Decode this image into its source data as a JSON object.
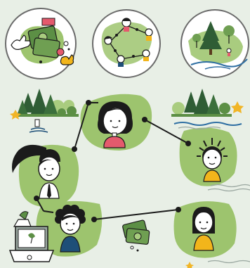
{
  "colors": {
    "background": "#e8efe6",
    "blob_green": "#9dc46e",
    "dark_green": "#2f5d35",
    "mid_green": "#5c8f45",
    "light_green": "#a9cc7f",
    "water_blue": "#2f6fa3",
    "shirt_pink": "#e45a6d",
    "shirt_yellow": "#f2b51b",
    "shirt_navy": "#1e4f78",
    "shirt_green": "#3f8a3a",
    "star_yellow": "#f1b526",
    "ink": "#1b1b1b"
  },
  "top_icons": [
    {
      "name": "money-exchange-icon"
    },
    {
      "name": "people-network-icon"
    },
    {
      "name": "nature-landscape-icon"
    }
  ],
  "network": {
    "people": [
      {
        "name": "person-long-hair-pink-shirt",
        "shirt": "pink"
      },
      {
        "name": "person-spiky-hair-yellow-shirt",
        "shirt": "yellow"
      },
      {
        "name": "person-bun-hair-white-shirt-tie",
        "shirt": "white"
      },
      {
        "name": "person-curly-hair-navy-shirt",
        "shirt": "navy"
      },
      {
        "name": "person-straight-hair-yellow-shirt",
        "shirt": "yellow"
      }
    ]
  }
}
